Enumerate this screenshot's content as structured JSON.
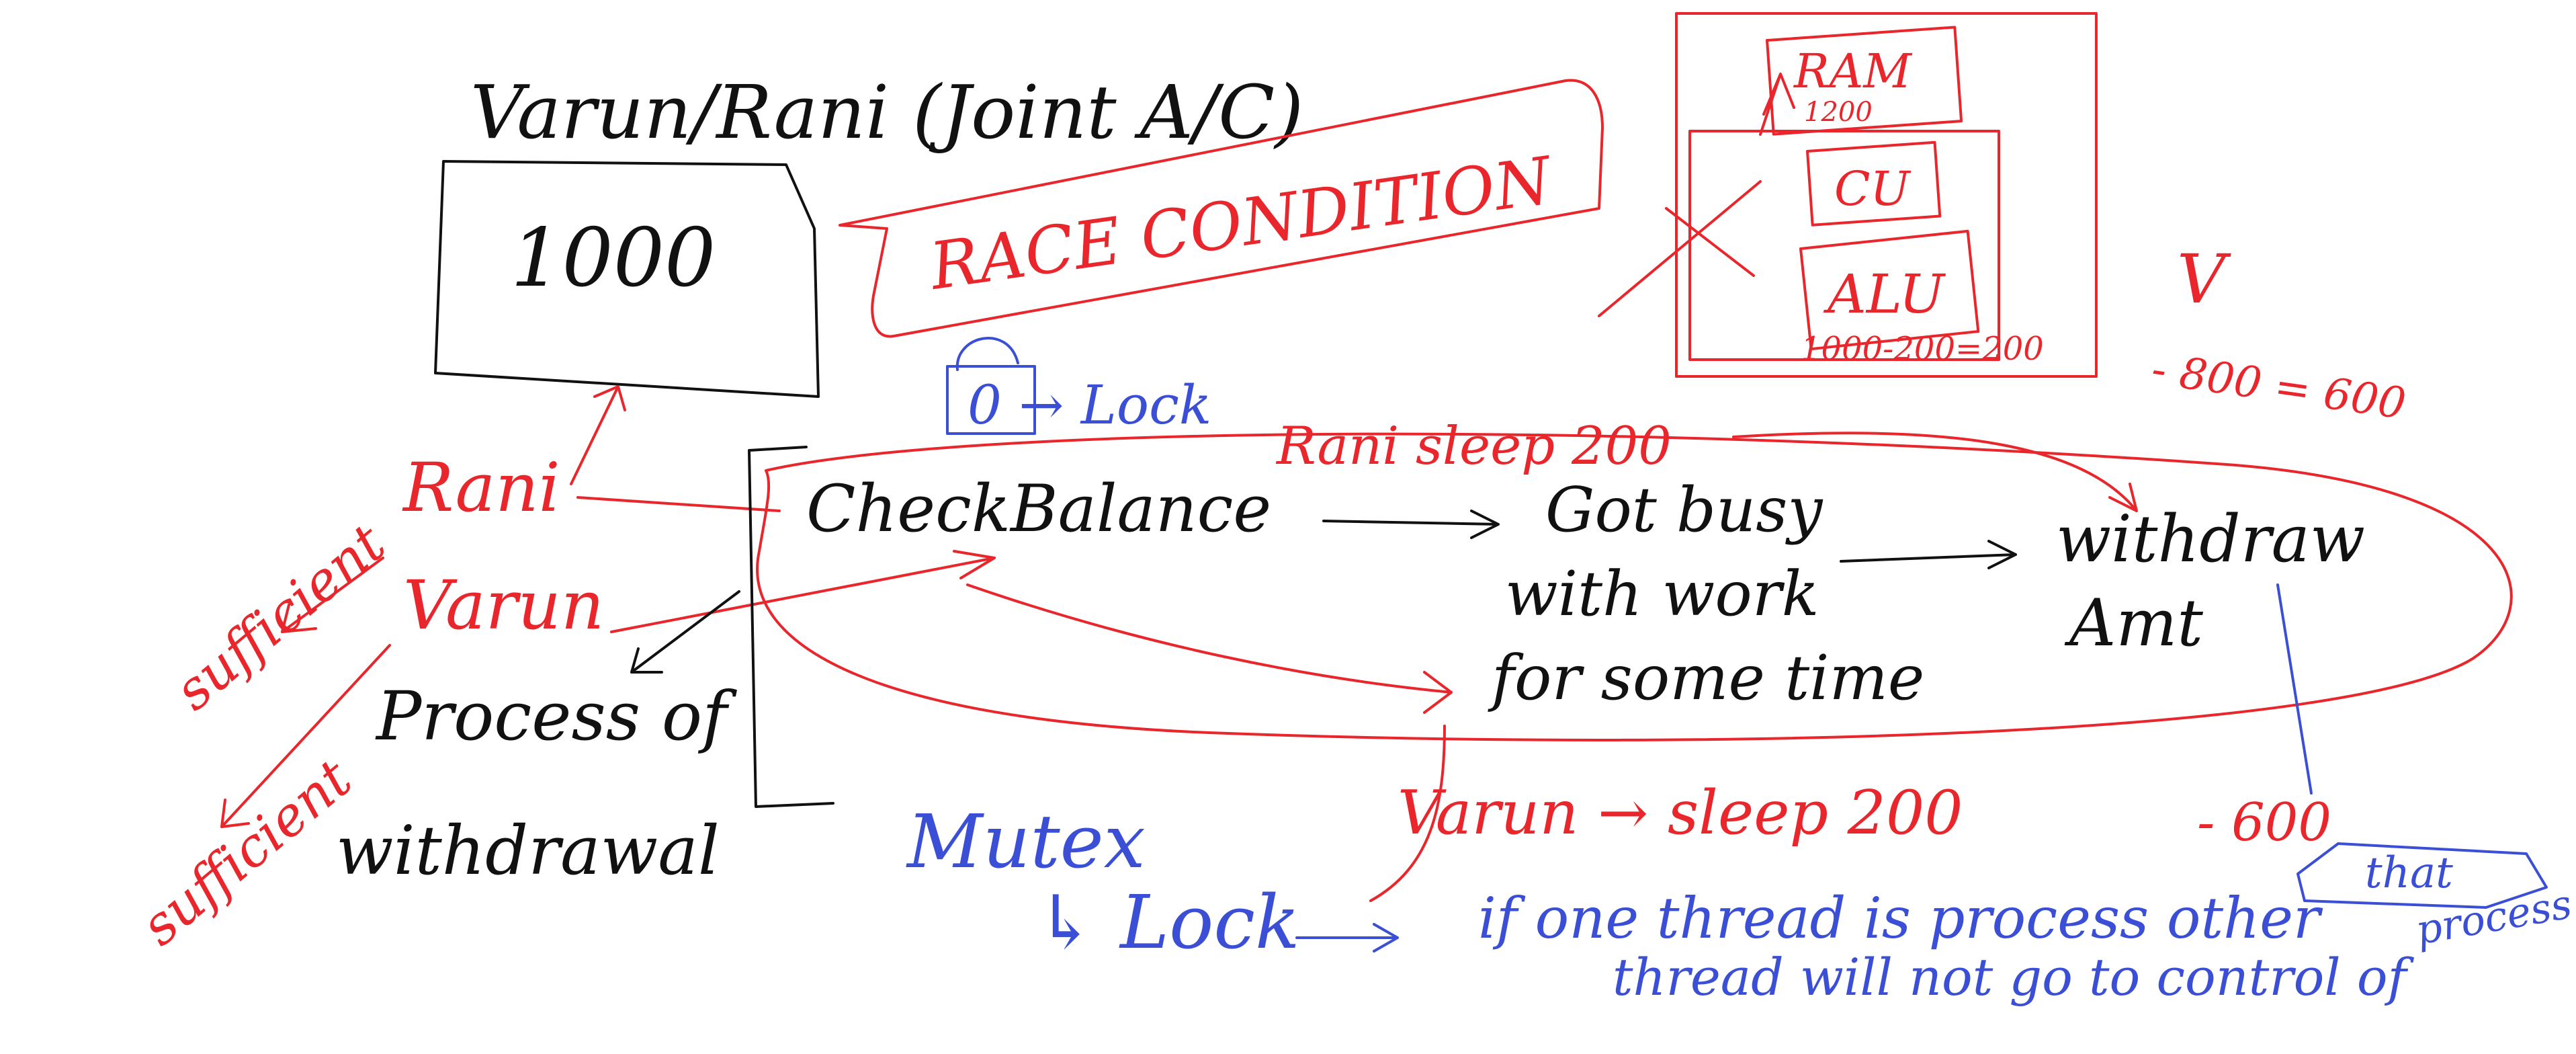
{
  "colors": {
    "red": "#e8262b",
    "blue": "#3a4fd6",
    "black": "#111111",
    "background": "#ffffff"
  },
  "title": "Varun/Rani (Joint A/C)",
  "balance_box": "1000",
  "race_condition": "RACE CONDITION",
  "cpu": {
    "ram": "RAM",
    "ram_value": "1200",
    "cu": "CU",
    "alu": "ALU",
    "calc": "1000-200=200",
    "v": "V",
    "calc2": "- 800 = 600"
  },
  "lock": {
    "top": "0 → Lock",
    "mutex": "Mutex",
    "mutex_lock": "↳ Lock"
  },
  "process": {
    "rani": "Rani",
    "varun": "Varun",
    "title_line1": "Process of",
    "title_line2": "withdrawal",
    "sufficient1": "sufficient",
    "sufficient2": "sufficient",
    "step1": "CheckBalance",
    "step2_line1": "Got busy",
    "step2_line2": "with work",
    "step2_line3": "for some time",
    "step3_line1": "withdraw",
    "step3_line2": "Amt",
    "rani_sleep": "Rani sleep 200",
    "varun_sleep": "Varun → sleep 200",
    "result": "- 600"
  },
  "note": {
    "line1": "if one thread is process other",
    "line2": "thread will not go to control of",
    "that": "that",
    "process": "process"
  }
}
